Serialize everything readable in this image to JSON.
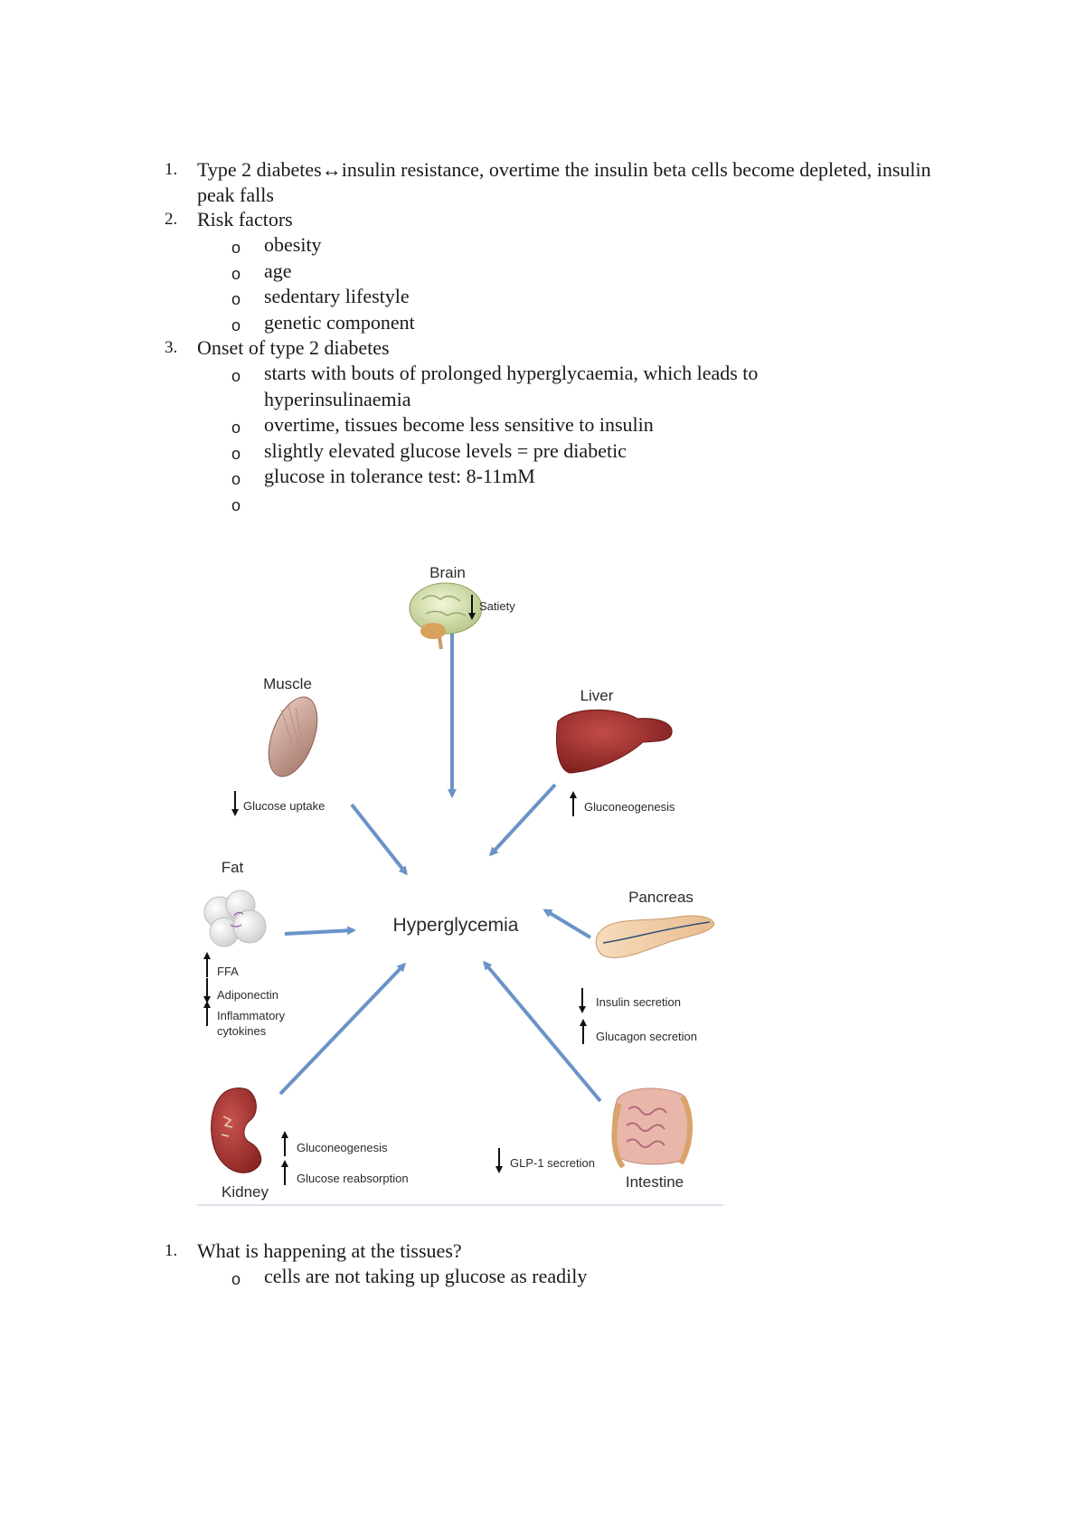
{
  "list1": [
    {
      "number": "1.",
      "text": "Type 2 diabetes↔insulin resistance, overtime the insulin beta cells become depleted, insulin peak falls"
    },
    {
      "number": "2.",
      "text": "Risk factors",
      "bullet": "o",
      "subitems": [
        "obesity",
        "age",
        "sedentary lifestyle",
        "genetic component"
      ]
    },
    {
      "number": "3.",
      "text": "Onset of type 2 diabetes",
      "bullet": "o",
      "subitems": [
        "starts with bouts of prolonged hyperglycaemia, which leads to hyperinsulinaemia",
        "overtime, tissues become less sensitive to insulin",
        "slightly elevated glucose levels = pre diabetic",
        "glucose in tolerance test: 8-11mM",
        ""
      ]
    }
  ],
  "figure": {
    "center": "Hyperglycemia",
    "brain": {
      "title": "Brain",
      "effects": [
        {
          "dir": "down",
          "label": "Satiety"
        }
      ]
    },
    "muscle": {
      "title": "Muscle",
      "effects": [
        {
          "dir": "down",
          "label": "Glucose uptake"
        }
      ]
    },
    "liver": {
      "title": "Liver",
      "effects": [
        {
          "dir": "up",
          "label": "Gluconeogenesis"
        }
      ]
    },
    "fat": {
      "title": "Fat",
      "effects": [
        {
          "dir": "up",
          "label": "FFA"
        },
        {
          "dir": "down",
          "label": "Adiponectin"
        },
        {
          "dir": "up",
          "label": "Inflammatory"
        }
      ],
      "extra": "cytokines"
    },
    "pancreas": {
      "title": "Pancreas",
      "effects": [
        {
          "dir": "down",
          "label": "Insulin secretion"
        },
        {
          "dir": "up",
          "label": "Glucagon secretion"
        }
      ]
    },
    "kidney": {
      "title": "Kidney",
      "effects": [
        {
          "dir": "up",
          "label": "Gluconeogenesis"
        },
        {
          "dir": "up",
          "label": "Glucose reabsorption"
        }
      ]
    },
    "intestine": {
      "title": "Intestine",
      "effects": [
        {
          "dir": "down",
          "label": "GLP-1 secretion"
        }
      ]
    },
    "arrow_color": "#6a93c8"
  },
  "list2": [
    {
      "number": "1.",
      "text": "What is happening at the tissues?",
      "bullet": "o",
      "subitems": [
        "cells are not taking up glucose as readily"
      ]
    }
  ]
}
